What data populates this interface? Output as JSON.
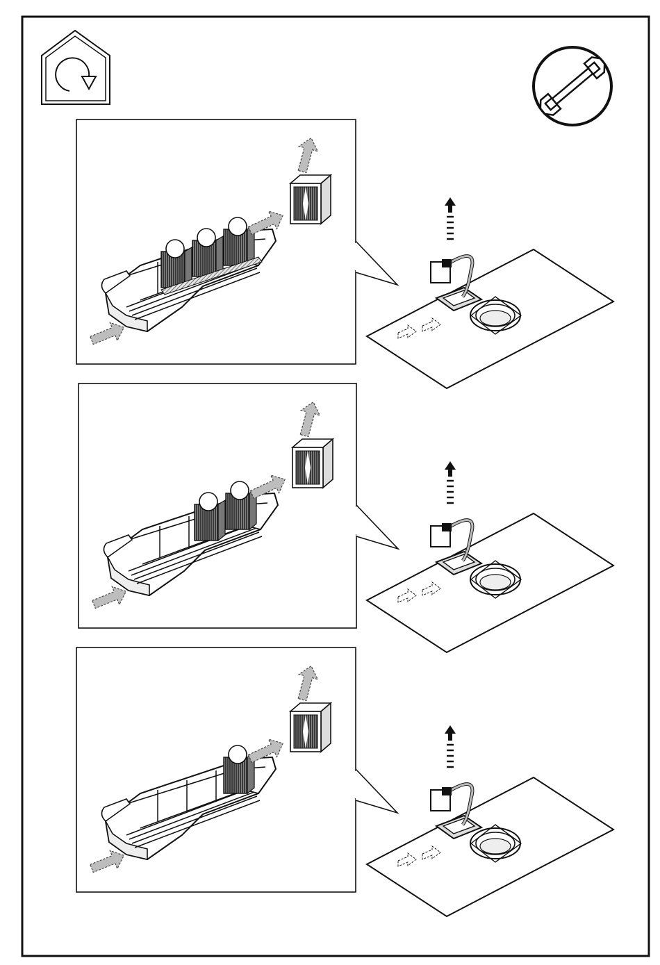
{
  "page": {
    "ink_color": "#111111",
    "gray_color": "#8a8a8a",
    "light_gray": "#c8c8c8",
    "background": "#ffffff"
  },
  "header": {
    "left_icon": "house-rotate-icon",
    "right_icon": "wrench-icon"
  },
  "steps": [
    {
      "filters_in_housing": 3
    },
    {
      "filters_in_housing": 2
    },
    {
      "filters_in_housing": 1
    }
  ]
}
